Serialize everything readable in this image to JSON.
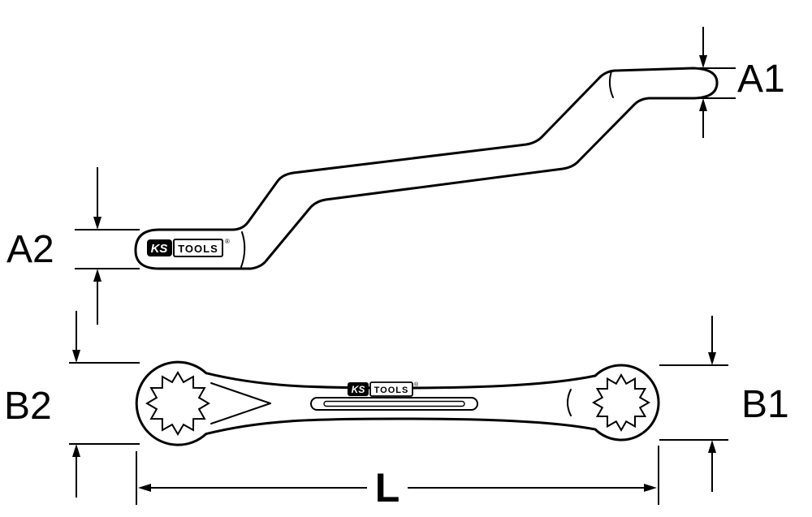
{
  "canvas": {
    "background": "#ffffff",
    "stroke_color": "#000000"
  },
  "labels": {
    "a1": "A1",
    "a2": "A2",
    "b1": "B1",
    "b2": "B2",
    "length": "L"
  },
  "logo": {
    "ks": "KS",
    "tools": "TOOLS",
    "registered": "®"
  }
}
